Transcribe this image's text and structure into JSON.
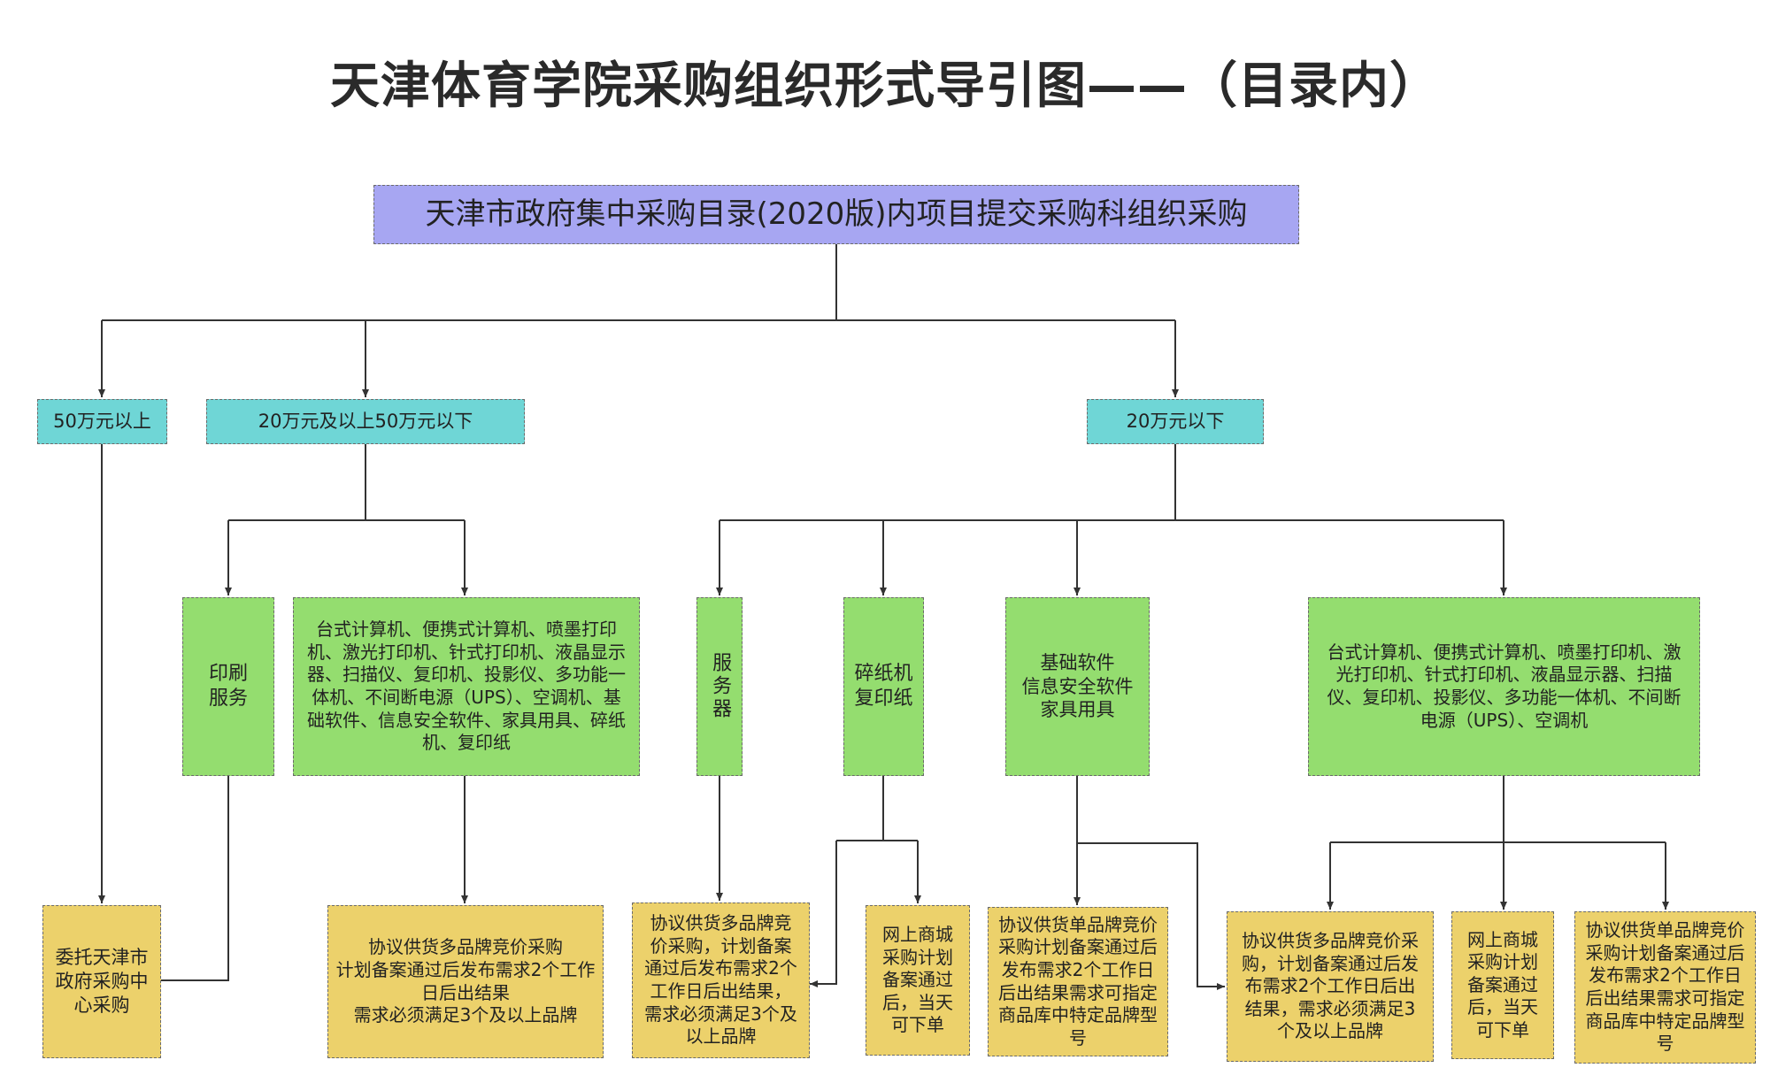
{
  "title": "天津体育学院采购组织形式导引图——（目录内）",
  "root": "天津市政府集中采购目录(2020版)内项目提交采购科组织采购",
  "tiers": {
    "over50": "50万元以上",
    "mid": "20万元及以上50万元以下",
    "under20": "20万元以下"
  },
  "categories": {
    "printing": "印刷\n服务",
    "mid_goods": "台式计算机、便携式计算机、喷墨打印机、激光打印机、针式打印机、液晶显示器、扫描仪、复印机、投影仪、多功能一体机、不间断电源（UPS）、空调机、基础软件、信息安全软件、家具用具、碎纸机、复印纸",
    "server": "服务器",
    "shredder": "碎纸机\n复印纸",
    "software": "基础软件\n信息安全软件\n家具用具",
    "small_goods": "台式计算机、便携式计算机、喷墨打印机、激光打印机、针式打印机、液晶显示器、扫描仪、复印机、投影仪、多功能一体机、不间断电源（UPS）、空调机"
  },
  "outcomes": {
    "entrust": "委托天津市政府采购中心采购",
    "mid_bid": "协议供货多品牌竞价采购\n计划备案通过后发布需求2个工作日后出结果\n需求必须满足3个及以上品牌",
    "multi_a": "协议供货多品牌竞价采购，计划备案通过后发布需求2个工作日后出结果，需求必须满足3个及以上品牌",
    "online_a": "网上商城采购计划备案通过后，当天可下单",
    "single_a": "协议供货单品牌竞价采购计划备案通过后发布需求2个工作日后出结果需求可指定商品库中特定品牌型号",
    "multi_b": "协议供货多品牌竞价采购，计划备案通过后发布需求2个工作日后出结果，需求必须满足3个及以上品牌",
    "online_b": "网上商城采购计划备案通过后，当天可下单",
    "single_b": "协议供货单品牌竞价采购计划备案通过后发布需求2个工作日后出结果需求可指定商品库中特定品牌型号"
  },
  "colors": {
    "root": "#a7a6f2",
    "tier": "#6fd6d6",
    "category": "#94dd6f",
    "outcome": "#ecd16b",
    "line": "#333333"
  }
}
